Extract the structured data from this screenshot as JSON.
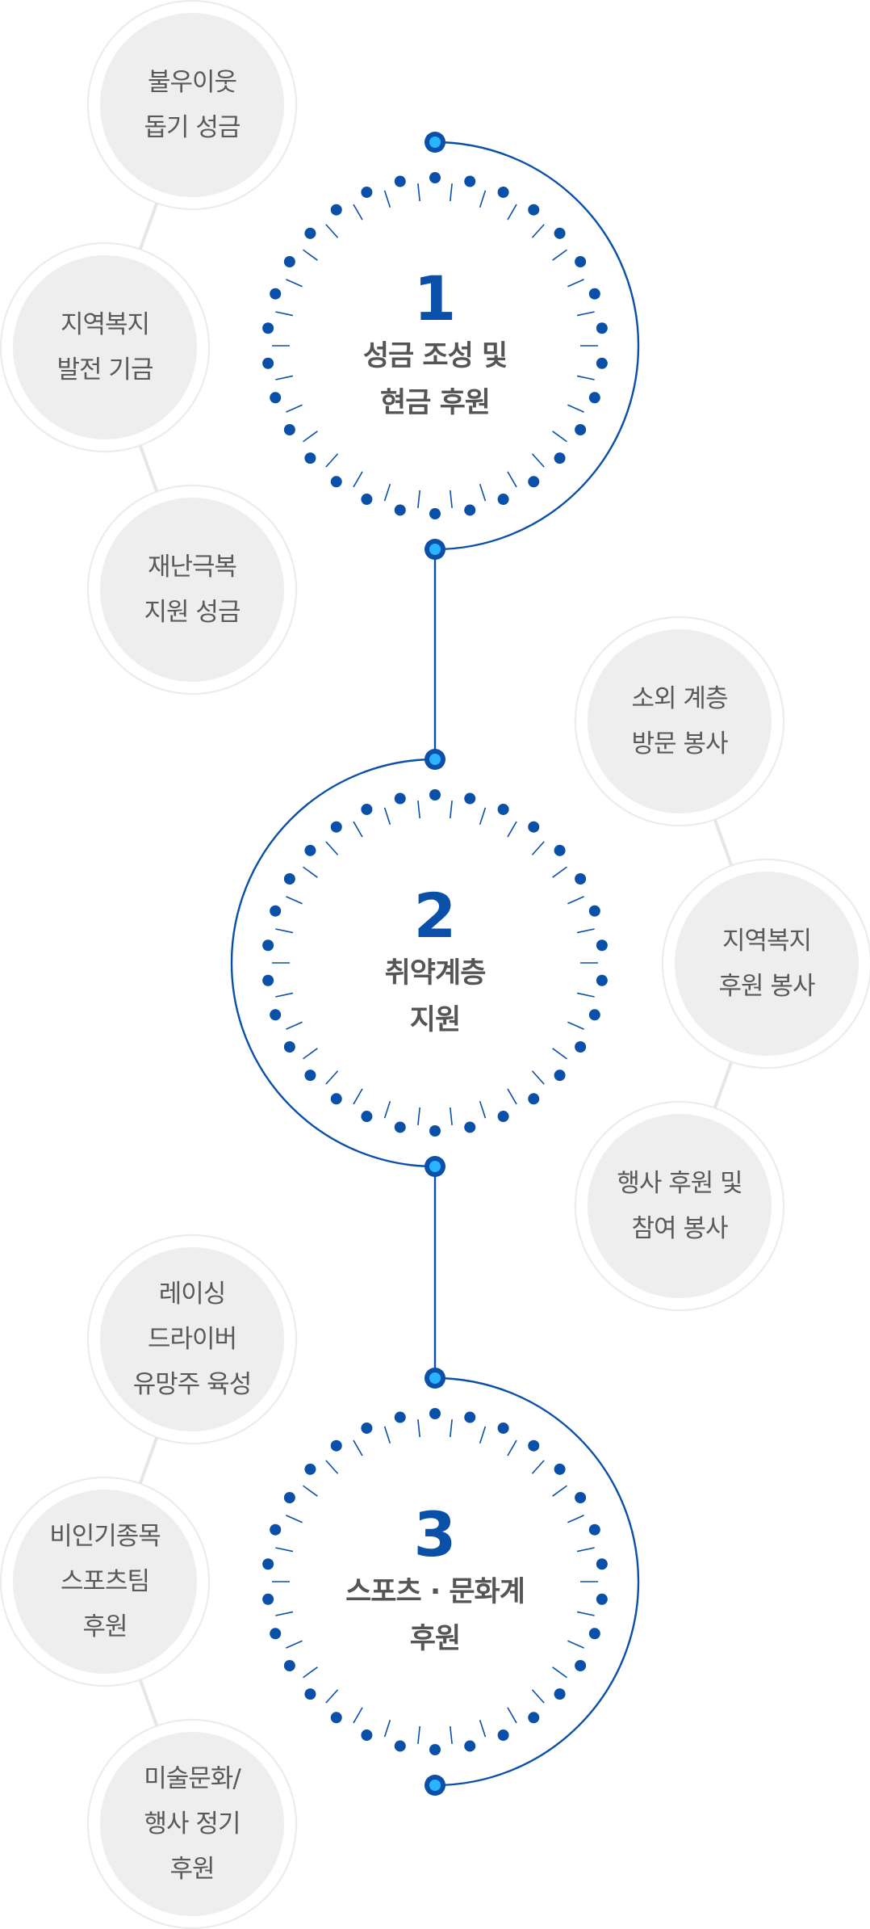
{
  "colors": {
    "accent": "#0b50a8",
    "accent_light": "#29b4ff",
    "bubble_bg": "#eeeeee",
    "bubble_ring": "#ebebeb",
    "connector": "#e6e6e6",
    "title_text": "#555555",
    "bubble_text": "#595959"
  },
  "steps": [
    {
      "number": "1",
      "title_lines": [
        "성금 조성 및",
        "현금 후원"
      ],
      "arc_side": "right",
      "items": [
        {
          "lines": [
            "불우이웃",
            "돕기 성금"
          ]
        },
        {
          "lines": [
            "지역복지",
            "발전 기금"
          ]
        },
        {
          "lines": [
            "재난극복",
            "지원 성금"
          ]
        }
      ]
    },
    {
      "number": "2",
      "title_lines": [
        "취약계층",
        "지원"
      ],
      "arc_side": "left",
      "items": [
        {
          "lines": [
            "소외 계층",
            "방문 봉사"
          ]
        },
        {
          "lines": [
            "지역복지",
            "후원 봉사"
          ]
        },
        {
          "lines": [
            "행사 후원 및",
            "참여 봉사"
          ]
        }
      ]
    },
    {
      "number": "3",
      "title_lines": [
        "스포츠 · 문화계",
        "후원"
      ],
      "arc_side": "right",
      "items": [
        {
          "lines": [
            "레이싱",
            "드라이버",
            "유망주 육성"
          ]
        },
        {
          "lines": [
            "비인기종목",
            "스포츠팀",
            "후원"
          ]
        },
        {
          "lines": [
            "미술문화/",
            "행사 정기",
            "후원"
          ]
        }
      ]
    }
  ]
}
